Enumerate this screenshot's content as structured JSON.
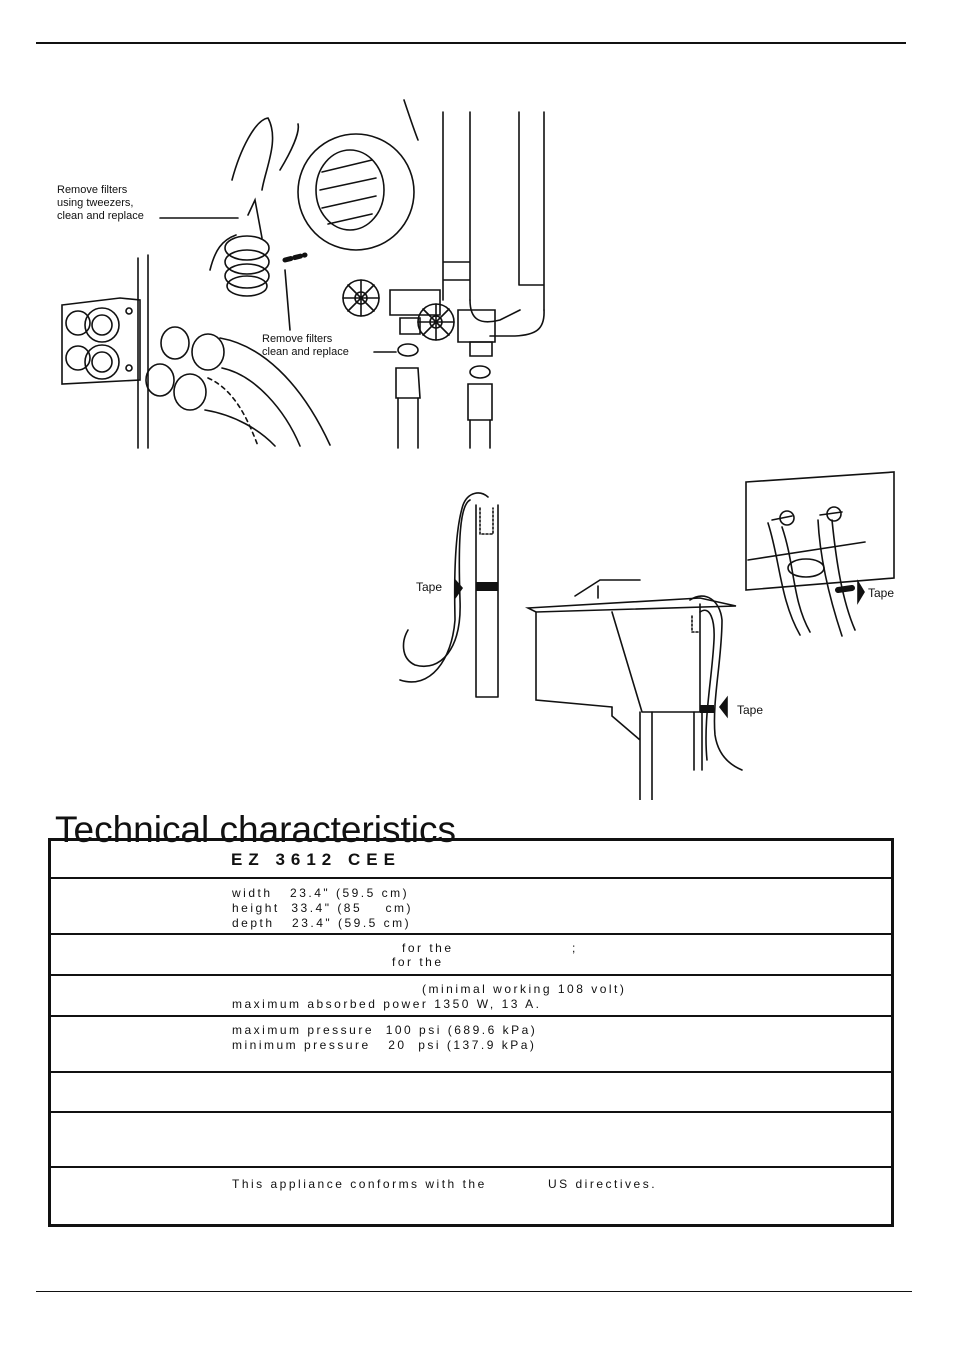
{
  "figures": {
    "filters_label_hand": "Remove filters\nusing tweezers,\nclean and replace",
    "filters_label_valve": "Remove filters\nclean and replace",
    "tape_label_left": "Tape",
    "tape_label_wall": "Tape",
    "tape_label_sink": "Tape"
  },
  "heading": "Technical characteristics",
  "table": {
    "model": "EZ 3612 CEE",
    "dimensions": {
      "width": "width   23.4\" (59.5 cm)",
      "height": "height  33.4\" (85    cm)",
      "depth": "depth   23.4\" (59.5 cm)"
    },
    "capacity": {
      "line1": "for the",
      "semicolon": ";",
      "line2": "for the"
    },
    "electrical": {
      "voltage": "(minimal working 108 volt)",
      "power": "maximum absorbed power 1350 W, 13 A."
    },
    "water_pressure": {
      "max": "maximum pressure  100 psi (689.6 kPa)",
      "min": "minimum pressure   20  psi (137.9 kPa)"
    },
    "conformity": {
      "text1": "This appliance conforms with the",
      "text2": "US directives."
    }
  }
}
